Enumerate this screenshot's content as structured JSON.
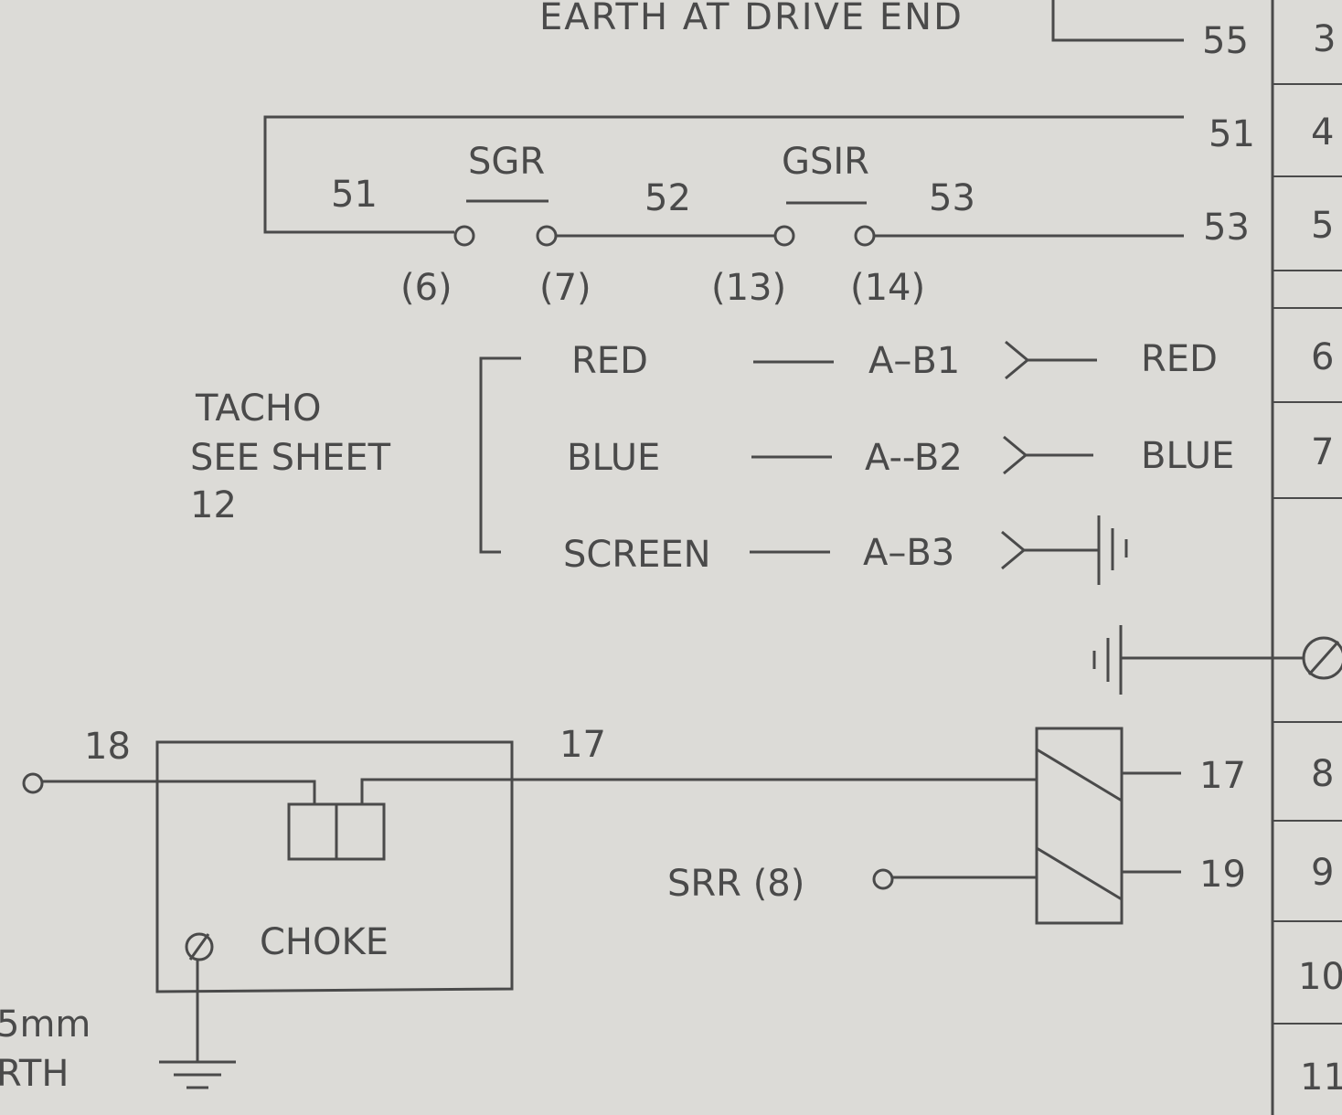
{
  "top_label": "EARTH AT DRIVE END",
  "terminals": [
    "3",
    "4",
    "5",
    "6",
    "7",
    "8",
    "9",
    "10",
    "11"
  ],
  "wire_numbers_right": {
    "w55": "55",
    "w51": "51",
    "w53": "53",
    "w17": "17",
    "w19": "19"
  },
  "contacts": {
    "sgr_label": "SGR",
    "gsir_label": "GSIR",
    "wire_51": "51",
    "wire_52": "52",
    "wire_53": "53",
    "pins": [
      "(6)",
      "(7)",
      "(13)",
      "(14)"
    ]
  },
  "tacho": {
    "label_lines": [
      "TACHO",
      "SEE SHEET",
      "12"
    ],
    "rows": [
      {
        "left": "RED",
        "plug": "A–B1",
        "right": "RED"
      },
      {
        "left": "BLUE",
        "plug": "A--B2",
        "right": "BLUE"
      },
      {
        "left": "SCREEN",
        "plug": "A–B3",
        "right": ""
      }
    ]
  },
  "choke": {
    "label": "CHOKE",
    "wire_18": "18",
    "wire_17": "17"
  },
  "srr_label": "SRR (8)",
  "earth_note": [
    "5mm",
    "RTH"
  ],
  "colors": {
    "paper": "#dcdbd7",
    "ink": "#4a4a4a"
  }
}
